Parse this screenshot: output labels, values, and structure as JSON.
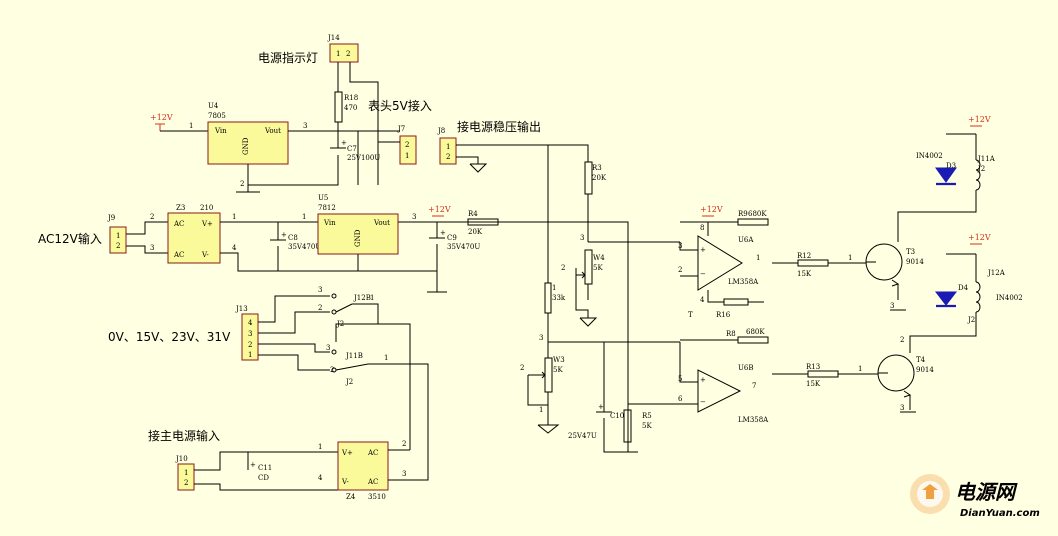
{
  "labels": {
    "indicator": "电源指示灯",
    "meter5v": "表头5V接入",
    "regout": "接电源稳压输出",
    "ac12": "AC12V输入",
    "volts": "0V、15V、23V、31V",
    "mainin": "接主电源输入"
  },
  "power": {
    "p12": "+12V"
  },
  "parts": {
    "J14": "J14",
    "U4": "U4",
    "U4val": "7805",
    "R18": "R18",
    "R18v": "470",
    "C7": "C7",
    "C7v": "25V100U",
    "J7": "J7",
    "J8": "J8",
    "J9": "J9",
    "Z3": "Z3",
    "Z3v": "210",
    "U5": "U5",
    "U5v": "7812",
    "C8": "C8",
    "C8v": "35V470U",
    "C9": "C9",
    "C9v": "35V470U",
    "R4": "R4",
    "R4v": "20K",
    "R3": "R3",
    "R3v": "20K",
    "W4": "W4",
    "W4v": "5K",
    "R1": "1",
    "R1v": "33k",
    "W3": "W3",
    "W3v": "5K",
    "C10": "C10",
    "C10v": "25V47U",
    "R5": "R5",
    "R5v": "5K",
    "R9": "R9",
    "R9v": "680K",
    "U6A": "U6A",
    "lm1": "LM358A",
    "R16": "R16",
    "T": "T",
    "R8": "R8",
    "R8v": "680K",
    "U6B": "U6B",
    "lm2": "LM358A",
    "R12": "R12",
    "R12v": "15K",
    "R13": "R13",
    "R13v": "15K",
    "T3": "T3",
    "T3v": "9014",
    "T4": "T4",
    "T4v": "9014",
    "D3": "D3",
    "D3v": "IN4002",
    "J11A": "J11A",
    "J2a": "J2",
    "D4": "D4",
    "D4v": "IN4002",
    "J12A": "J12A",
    "J2b": "J2",
    "J13": "J13",
    "J12B": "J12B",
    "J11B": "J11B",
    "J2c": "J2",
    "J2d": "J2",
    "J10": "J10",
    "C11": "C11",
    "C11v": "CD",
    "Z4": "Z4",
    "Z4v": "3510"
  },
  "logo": {
    "cn": "电源网",
    "url": "DianYuan.com"
  },
  "colors": {
    "background": "#ffffe1",
    "block": "#fafa9a",
    "power": "#d8301a",
    "diode": "#1a1ab4",
    "logo": "#f0a040"
  }
}
